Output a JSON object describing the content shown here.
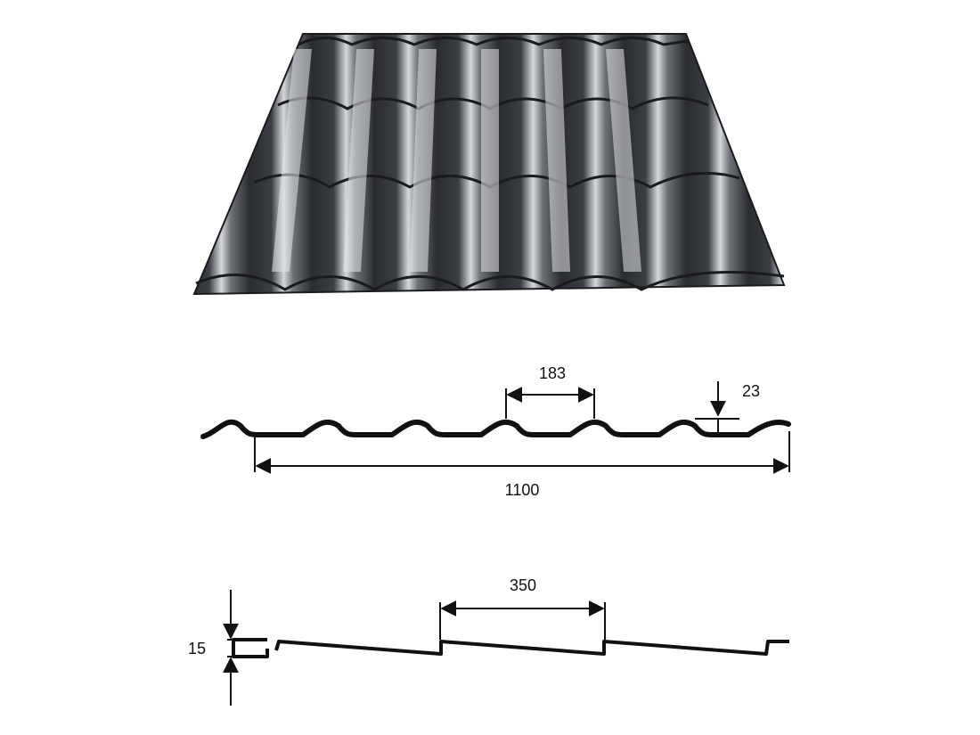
{
  "product_image": {
    "colors": {
      "sheet_dark": "#2b2d31",
      "sheet_mid": "#5b5e63",
      "sheet_light": "#cfd1d4",
      "edge": "#1a1b1e"
    }
  },
  "profile_cross_section": {
    "wave_pitch_label": "183",
    "wave_height_label": "23",
    "useful_width_label": "1100"
  },
  "step_profile": {
    "step_pitch_label": "350",
    "step_height_label": "15"
  },
  "colors": {
    "line": "#111111",
    "background": "#ffffff"
  }
}
